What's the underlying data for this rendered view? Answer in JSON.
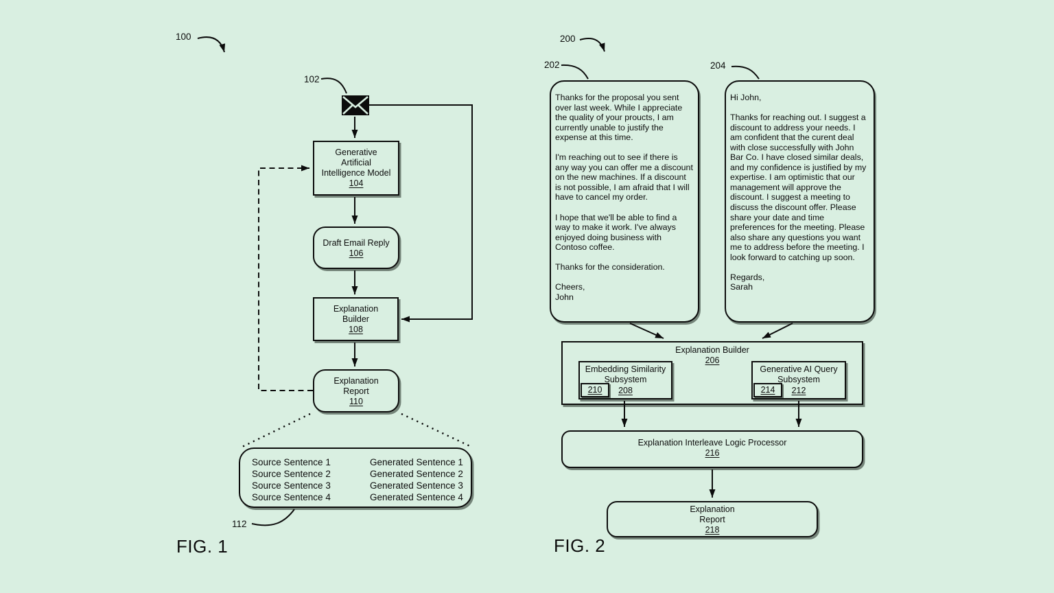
{
  "colors": {
    "background": "#d9efe1",
    "ink": "#0c0c0c"
  },
  "fig1": {
    "ref_label": "100",
    "caption": "FIG. 1",
    "envelope": {
      "ref": "102",
      "icon": "envelope-icon"
    },
    "model": {
      "title": "Generative\nArtificial\nIntelligence Model",
      "ref": "104"
    },
    "draft": {
      "title": "Draft Email Reply",
      "ref": "106"
    },
    "builder": {
      "title": "Explanation\nBuilder",
      "ref": "108"
    },
    "report": {
      "title": "Explanation\nReport",
      "ref": "110"
    },
    "sentences": {
      "ref": "112",
      "source": [
        "Source Sentence 1",
        "Source Sentence 2",
        "Source Sentence 3",
        "Source Sentence 4"
      ],
      "generated": [
        "Generated Sentence 1",
        "Generated Sentence 2",
        "Generated Sentence 3",
        "Generated Sentence 4"
      ]
    }
  },
  "fig2": {
    "ref_label": "200",
    "caption": "FIG. 2",
    "email_left": {
      "ref": "202",
      "body": "Thanks for the proposal you sent over last week. While I appreciate the quality of your proucts, I am currently unable to justify the expense at this time.\n\nI'm reaching out to see if there is any way you can offer me a discount on the new machines. If a discount is not possible, I am afraid that I will have to cancel my order.\n\nI hope that we'll be able to find a way to make it work. I've always enjoyed doing business with Contoso coffee.\n\nThanks for the consideration.\n\nCheers,\nJohn"
    },
    "email_right": {
      "ref": "204",
      "body": "Hi John,\n\nThanks for reaching out. I suggest a discount to address your needs. I am confident that the curent deal with close successfully with John Bar Co. I have closed similar deals, and my confidence is justified by my expertise. I am optimistic that our management will approve the discount. I suggest a meeting to discuss the discount offer. Please share your date and time preferences for the meeting. Please also share any questions you want me to address before the meeting. I look forward to catching up soon.\n\nRegards,\nSarah"
    },
    "builder": {
      "title": "Explanation Builder",
      "ref": "206"
    },
    "embedding": {
      "title": "Embedding Similarity\nSubsystem",
      "ref": "208",
      "inner_ref": "210"
    },
    "genai_query": {
      "title": "Generative AI Query\nSubsystem",
      "ref": "212",
      "inner_ref": "214"
    },
    "interleave": {
      "title": "Explanation Interleave Logic Processor",
      "ref": "216"
    },
    "report": {
      "title": "Explanation\nReport",
      "ref": "218"
    }
  }
}
